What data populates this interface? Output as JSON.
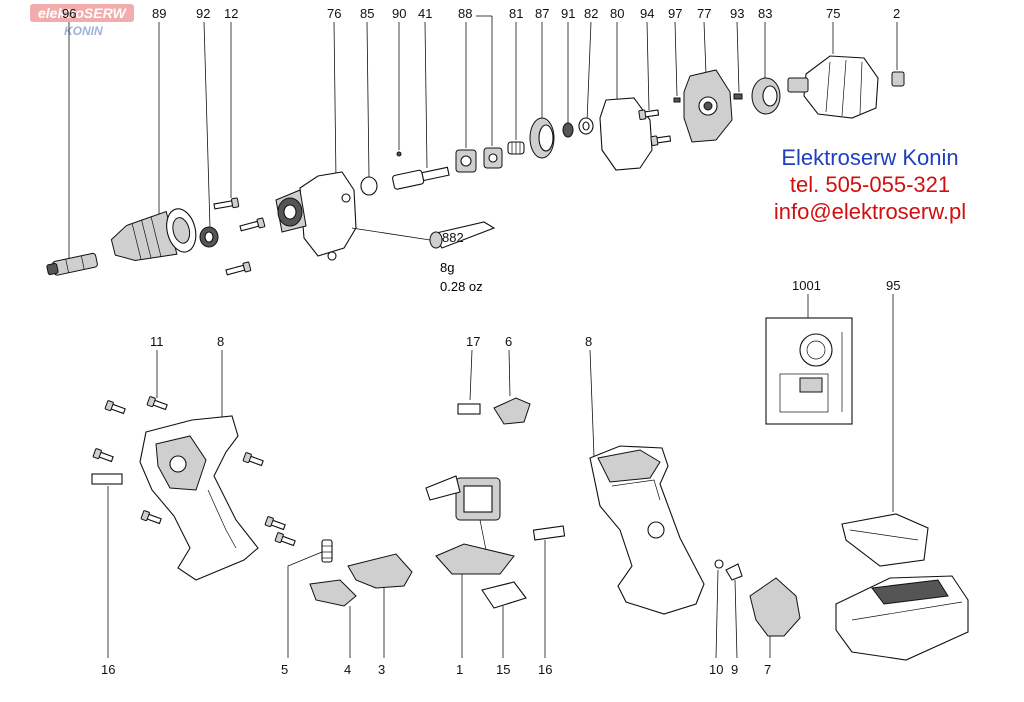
{
  "watermark": {
    "brand": "elektroSERW",
    "sub": "KONIN"
  },
  "contact": {
    "name": "Elektroserw Konin",
    "phone": "tel. 505-055-321",
    "email": "info@elektroserw.pl",
    "name_color": "#1f3fbf",
    "phone_color": "#d01010",
    "email_color": "#d01010"
  },
  "grease": {
    "code": "882",
    "weight_g": "8g",
    "weight_oz": "0.28 oz"
  },
  "part_numbers": {
    "p96": "96",
    "p89": "89",
    "p92": "92",
    "p12": "12",
    "p76": "76",
    "p85": "85",
    "p90": "90",
    "p41": "41",
    "p88": "88",
    "p81": "81",
    "p87": "87",
    "p91": "91",
    "p82": "82",
    "p80": "80",
    "p94": "94",
    "p97": "97",
    "p77": "77",
    "p93": "93",
    "p83": "83",
    "p75": "75",
    "p2": "2",
    "p11": "11",
    "p8a": "8",
    "p17": "17",
    "p6": "6",
    "p8b": "8",
    "p1001": "1001",
    "p95": "95",
    "p16a": "16",
    "p5": "5",
    "p4": "4",
    "p3": "3",
    "p1": "1",
    "p15": "15",
    "p16b": "16",
    "p10": "10",
    "p9": "9",
    "p7": "7"
  }
}
